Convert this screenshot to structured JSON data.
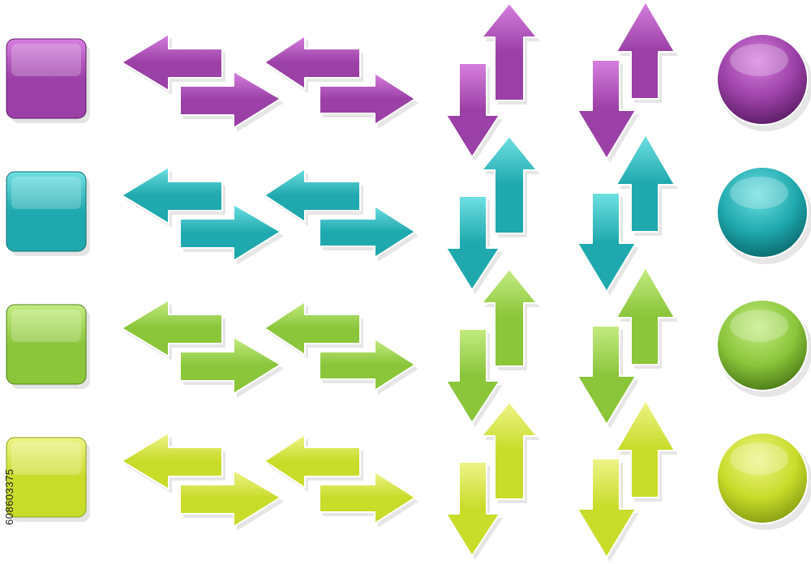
{
  "stock_id": "608603375",
  "rows": [
    {
      "name": "purple",
      "fill": "#9b40a6",
      "light": "#d77fe0",
      "dark": "#5e1f68"
    },
    {
      "name": "teal",
      "fill": "#1fa9ae",
      "light": "#6fe0e2",
      "dark": "#0b6e72"
    },
    {
      "name": "green",
      "fill": "#8ac53a",
      "light": "#c4ec82",
      "dark": "#4f7f1a"
    },
    {
      "name": "yellow",
      "fill": "#c8dc2a",
      "light": "#eef488",
      "dark": "#8aa014"
    }
  ],
  "icons": [
    "square-button-icon",
    "left-right-arrows-icon",
    "left-right-short-arrows-icon",
    "down-up-arrows-icon",
    "down-up-pointed-arrows-icon",
    "round-button-icon"
  ]
}
